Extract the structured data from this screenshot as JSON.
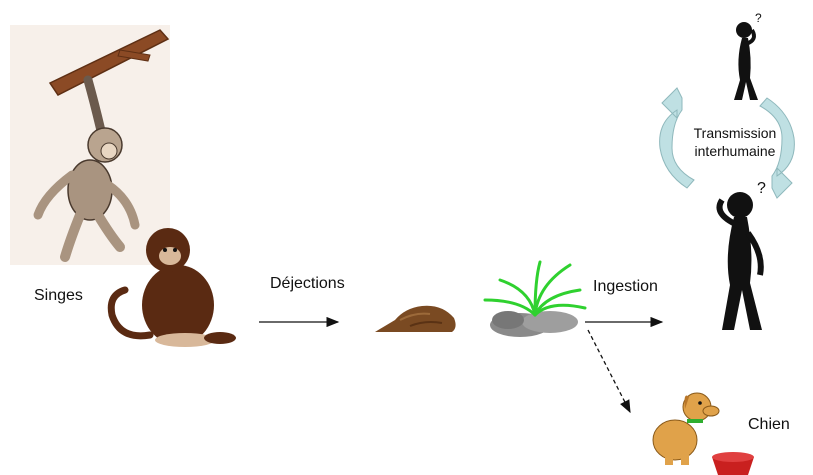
{
  "labels": {
    "monkeys": "Singes",
    "droppings": "Déjections",
    "ingestion": "Ingestion",
    "dog": "Chien",
    "transmission_line1": "Transmission",
    "transmission_line2": "interhumaine"
  },
  "colors": {
    "monkey_fur": "#5a2a12",
    "sketch_paper": "#f7f0ea",
    "grass": "#2fd12f",
    "rock": "#8a8a8a",
    "cycle_arrows": "#bfe0e3",
    "dog": "#e0a24a",
    "bowl": "#c9201f"
  },
  "icons": [
    "hanging-monkey-sketch",
    "sitting-monkey",
    "dung-pile",
    "grass-on-rocks",
    "thinking-person-small",
    "thinking-person-large",
    "dog",
    "food-bowl",
    "cycle-arrows"
  ]
}
